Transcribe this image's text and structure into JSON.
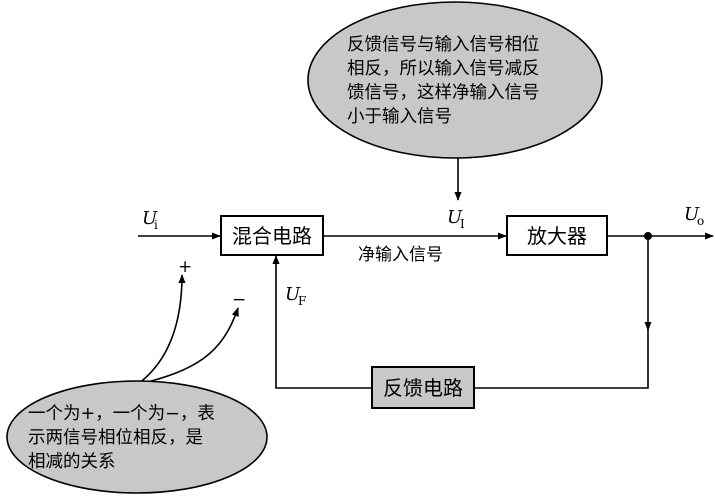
{
  "blocks": {
    "mixer": "混合电路",
    "amplifier": "放大器",
    "feedback": "反馈电路"
  },
  "signals": {
    "input": {
      "symbol": "U",
      "sub": "i"
    },
    "net_input": {
      "symbol": "U",
      "sub": "I"
    },
    "output": {
      "symbol": "U",
      "sub": "o"
    },
    "feedback": {
      "symbol": "U",
      "sub": "F"
    },
    "net_input_label": "净输入信号"
  },
  "signs": {
    "plus": "+",
    "minus": "−"
  },
  "notes": {
    "top": [
      "反馈信号与输入信号相位",
      "相反，所以输入信号减反",
      "馈信号，这样净输入信号",
      "小于输入信号"
    ],
    "bottom": [
      "一个为+，一个为−，表",
      "示两信号相位相反，是",
      "相减的关系"
    ]
  },
  "colors": {
    "bubble_fill": "#c8c8c8",
    "feedback_block_fill": "#c8c8c8",
    "block_fill": "#ffffff",
    "line": "#000000"
  }
}
